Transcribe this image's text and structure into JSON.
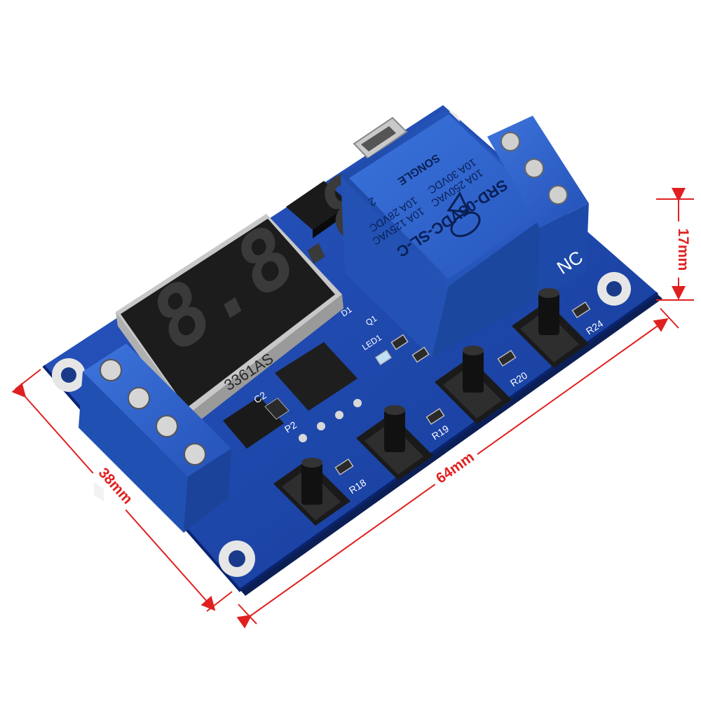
{
  "dimensions": {
    "width_label": "64mm",
    "depth_label": "38mm",
    "height_label": "17mm"
  },
  "display": {
    "digits": "8.8.8.",
    "part_number": "3361AS"
  },
  "relay": {
    "model": "SRD-05VDC-SL-C",
    "rating_1": "10A 250VAC",
    "rating_2": "10A 30VDC",
    "rating_3": "10A 125VAC",
    "rating_4": "10A 28VDC",
    "brand": "SONGLE",
    "pin_mark": "2"
  },
  "silkscreen": {
    "nc": "NC",
    "led": "LED1",
    "c2": "C2",
    "p2": "P2",
    "d1": "D1",
    "q1": "Q1",
    "r18": "R18",
    "r19": "R19",
    "r20": "R20",
    "r24": "R24"
  },
  "colors": {
    "pcb": "#1a44a8",
    "terminal": "#2f62c9",
    "relay": "#2a5fcc",
    "dimension": "#e02020"
  }
}
